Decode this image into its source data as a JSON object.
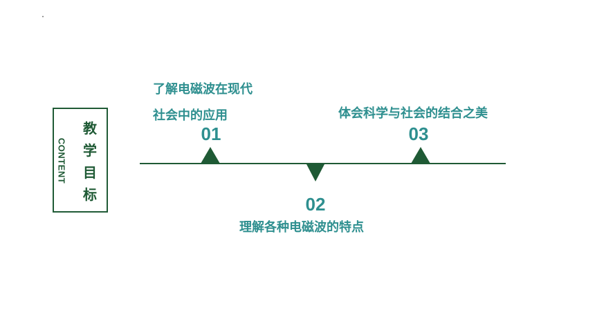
{
  "sidebar": {
    "english_label": "CONTENT",
    "title_chars": [
      "教",
      "学",
      "目",
      "标"
    ]
  },
  "items": [
    {
      "number": "01",
      "lines": [
        "了解电磁波在现代",
        "社会中的应用"
      ]
    },
    {
      "number": "02",
      "lines": [
        "理解各种电磁波的特点"
      ]
    },
    {
      "number": "03",
      "lines": [
        "体会科学与社会的结合之美"
      ]
    }
  ],
  "colors": {
    "primary_dark_green": "#1f5a35",
    "accent_teal": "#2e8f8f"
  }
}
